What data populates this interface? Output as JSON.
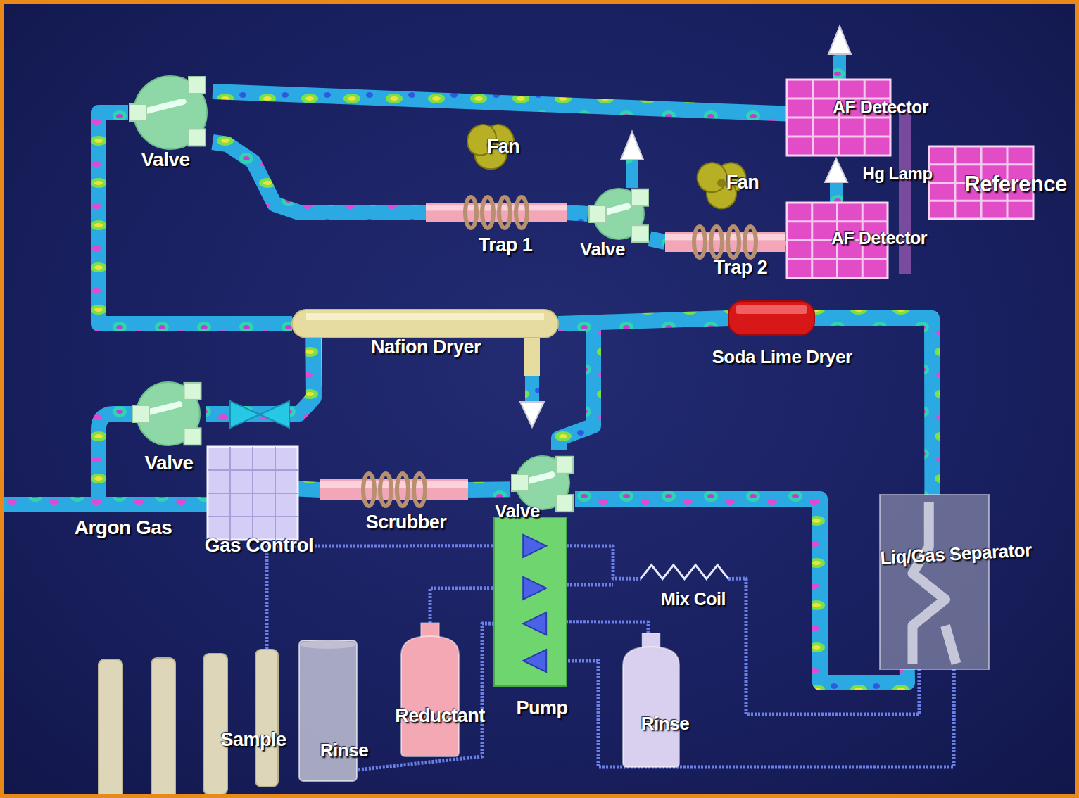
{
  "diagram": {
    "nodes": [
      {
        "text": [
          "Valve"
        ]
      },
      {
        "text": [
          "Fan"
        ]
      },
      {
        "text": [
          "AF Detector"
        ]
      },
      {
        "text": [
          "Trap 1"
        ]
      },
      {
        "text": [
          "Valve"
        ]
      },
      {
        "text": [
          "Fan"
        ]
      },
      {
        "text": [
          "Hg Lamp"
        ]
      },
      {
        "text": [
          "Reference"
        ]
      },
      {
        "text": [
          "AF Detector"
        ]
      },
      {
        "text": [
          "Trap 2"
        ]
      },
      {
        "text": [
          "Nafion Dryer"
        ]
      },
      {
        "text": [
          "Soda Lime Dryer"
        ]
      },
      {
        "text": [
          "Valve"
        ]
      },
      {
        "text": [
          "Gas Control"
        ]
      },
      {
        "text": [
          "Scrubber"
        ]
      },
      {
        "text": [
          "Valve"
        ]
      },
      {
        "text": [
          "Pump"
        ]
      },
      {
        "text": [
          "Mix Coil"
        ]
      },
      {
        "text": [
          "Liq/Gas Separator"
        ]
      },
      {
        "text": [
          "Sample"
        ]
      },
      {
        "text": [
          "Rinse"
        ]
      },
      {
        "text": [
          "Reductant"
        ]
      },
      {
        "text": [
          "Rinse"
        ]
      }
    ],
    "edges": [
      {
        "from": 13,
        "to": 14,
        "arrow": "none"
      },
      {
        "from": 14,
        "to": 15,
        "arrow": "none"
      },
      {
        "from": 15,
        "to": 18,
        "arrow": "none"
      },
      {
        "from": 18,
        "to": 11,
        "arrow": "none"
      },
      {
        "from": 11,
        "to": 10,
        "arrow": "none"
      },
      {
        "from": 15,
        "to": 10,
        "arrow": "none"
      },
      {
        "from": 10,
        "to": 0,
        "arrow": "none"
      },
      {
        "from": 0,
        "to": 2,
        "arrow": "none"
      },
      {
        "from": 0,
        "to": 3,
        "arrow": "none"
      },
      {
        "from": 3,
        "to": 4,
        "arrow": "none"
      },
      {
        "from": 4,
        "to": 9,
        "arrow": "none"
      },
      {
        "from": 9,
        "to": 8,
        "arrow": "none"
      },
      {
        "from": 12,
        "to": 10,
        "arrow": "none"
      },
      {
        "from": 19,
        "to": 16,
        "arrow": "none"
      },
      {
        "from": 21,
        "to": 16,
        "arrow": "none"
      },
      {
        "from": 22,
        "to": 16,
        "arrow": "none"
      },
      {
        "from": 16,
        "to": 20,
        "arrow": "none"
      },
      {
        "from": 18,
        "to": 16,
        "arrow": "none"
      },
      {
        "from": 16,
        "to": 17,
        "arrow": "none"
      },
      {
        "from": 17,
        "to": 18,
        "arrow": "none"
      }
    ],
    "labels": [
      "Argon Gas"
    ]
  }
}
